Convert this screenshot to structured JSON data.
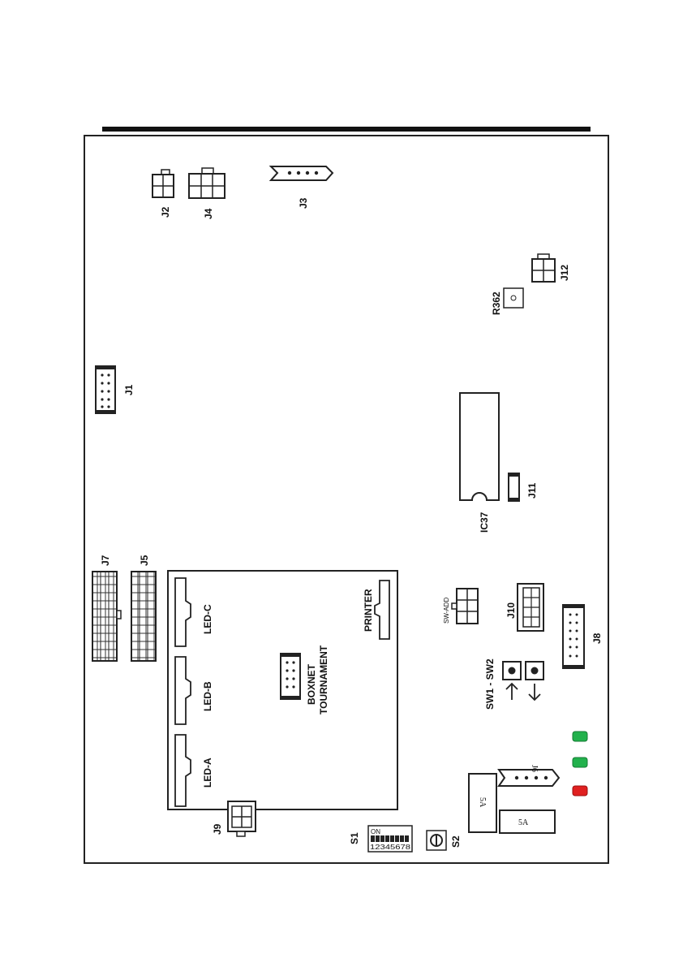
{
  "board": {
    "connectors": {
      "j1": "J1",
      "j2": "J2",
      "j3": "J3",
      "j4": "J4",
      "j5": "J5",
      "j6": "J6",
      "j7": "J7",
      "j8": "J8",
      "j9": "J9",
      "j10": "J10",
      "j11": "J11",
      "j12": "J12"
    },
    "components": {
      "r362": "R362",
      "ic37": "IC37",
      "sw_add": "SW-ADD",
      "sw1_sw2": "SW1 - SW2",
      "s1": "S1",
      "s2": "S2",
      "dip_on": "ON",
      "dip_numbers": "12345678"
    },
    "subboard": {
      "led_a": "LED-A",
      "led_b": "LED-B",
      "led_c": "LED-C",
      "printer": "PRINTER",
      "boxnet": "BOXNET",
      "tournament": "TOURNAMENT"
    },
    "fuses": {
      "fuse1": "5A",
      "fuse2": "5A"
    },
    "led_colors": {
      "top": "#22b14c",
      "middle": "#22b14c",
      "bottom": "#e02020"
    }
  }
}
